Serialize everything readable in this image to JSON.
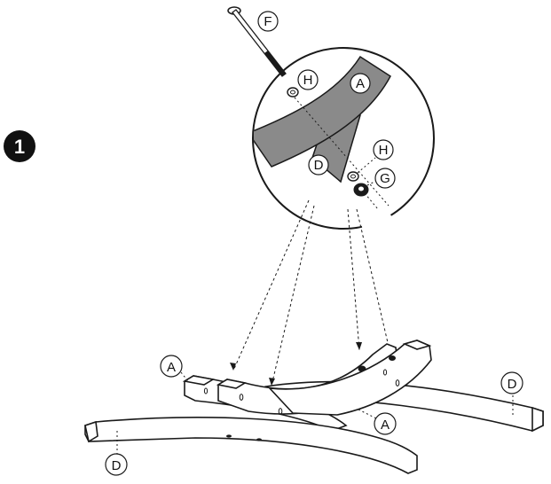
{
  "step": {
    "number": "1"
  },
  "labels": {
    "bolt": "F",
    "washer_top": "H",
    "washer_bottom": "H",
    "nut": "G",
    "detail_leg_a": "A",
    "detail_leg_d": "D",
    "left_leg_a": "A",
    "right_leg_a": "A",
    "front_base_d": "D",
    "back_base_d": "D"
  },
  "colors": {
    "line": "#1a1a1a",
    "wood_fill": "#ffffff",
    "detail_fill": "#8a8a8a",
    "step_badge": "#111111"
  }
}
